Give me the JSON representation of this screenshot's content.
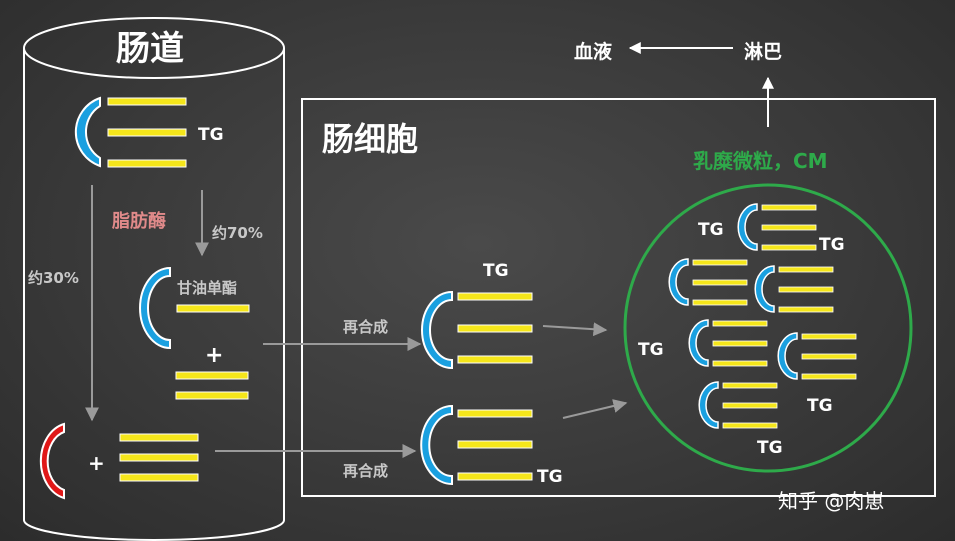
{
  "labels": {
    "intestine": "肠道",
    "intestinal_cell": "肠细胞",
    "blood": "血液",
    "lymph": "淋巴",
    "chylomicron": "乳糜微粒，CM",
    "lipase": "脂肪酶",
    "pct70": "约70%",
    "pct30": "约30%",
    "monoglyceride": "甘油单酯",
    "plus": "+",
    "resynthesis": "再合成",
    "tg": "TG",
    "watermark": "知乎 @肉崽"
  },
  "colors": {
    "background": "#3a3a3a",
    "glycerol_blue": "#1aa0e0",
    "glycerol_red": "#e01818",
    "fatty_acid": "#f5e61a",
    "chylomicron_ring": "#2eaa4a",
    "chylomicron_text": "#2eaa4a",
    "lipase_text": "#e08a8a",
    "outline": "#ffffff",
    "arrow": "#9a9a9a"
  }
}
